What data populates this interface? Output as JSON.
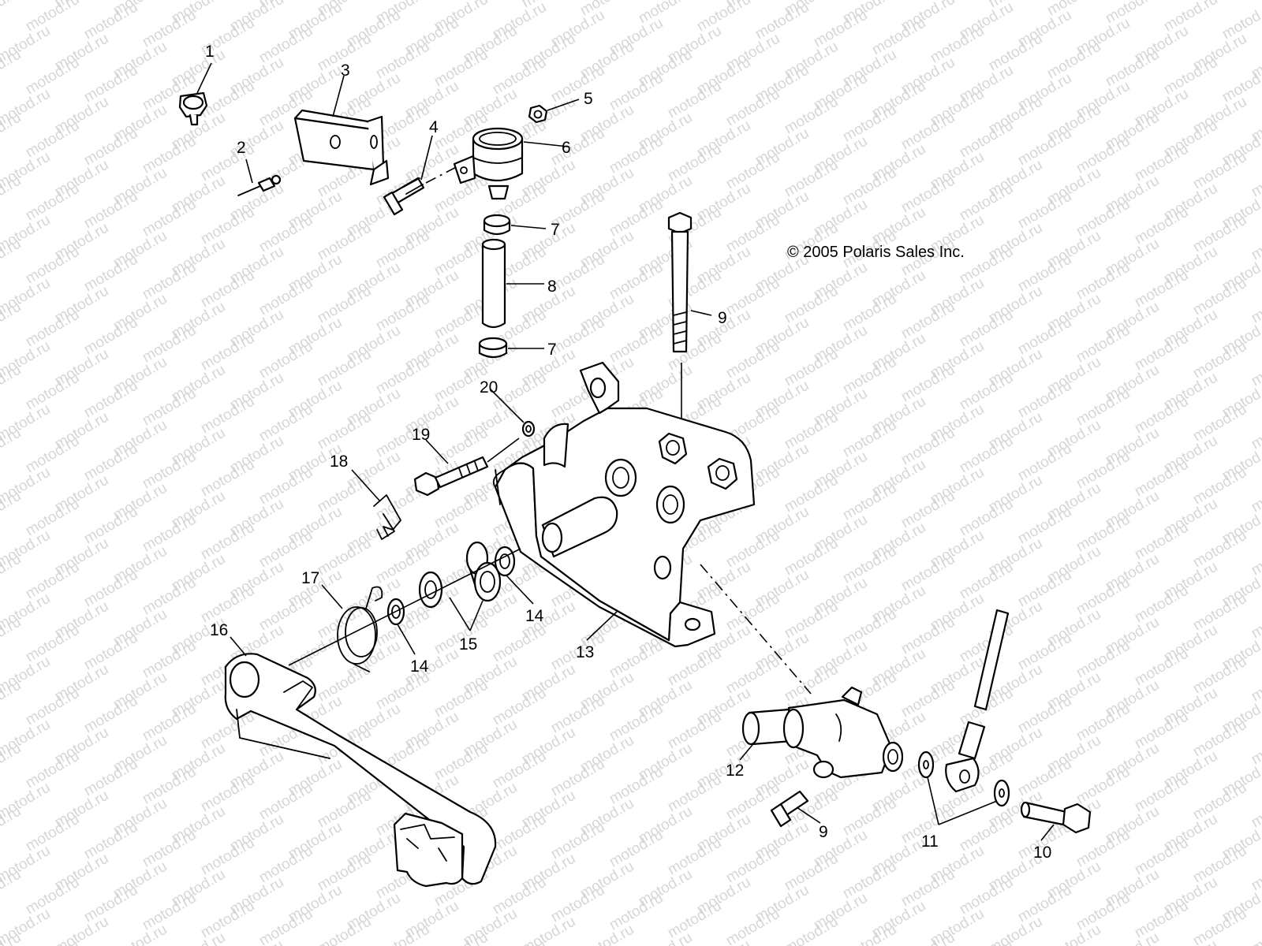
{
  "watermark": "motod.ru",
  "copyright": "© 2005 Polaris Sales Inc.",
  "callouts": [
    "1",
    "2",
    "3",
    "4",
    "5",
    "6",
    "7",
    "7",
    "8",
    "9",
    "9",
    "10",
    "11",
    "12",
    "13",
    "14",
    "14",
    "15",
    "16",
    "17",
    "18",
    "19",
    "20"
  ],
  "parts": {
    "p1": "clamp-icon",
    "p2": "pin-icon",
    "p3": "bracket-icon",
    "p4": "bolt-icon",
    "p5": "nut-icon",
    "p6": "reservoir-icon",
    "p7": "hose-clamp-icon",
    "p8": "hose-icon",
    "p9": "bolt-icon",
    "p10": "bolt-icon",
    "p11": "washer-icon",
    "p12": "master-cylinder-icon",
    "p13": "mounting-plate-icon",
    "p14": "washer-icon",
    "p15": "bushing-icon",
    "p16": "brake-pedal-icon",
    "p17": "spring-icon",
    "p18": "hairpin-clip-icon",
    "p19": "bolt-icon",
    "p20": "washer-icon"
  }
}
